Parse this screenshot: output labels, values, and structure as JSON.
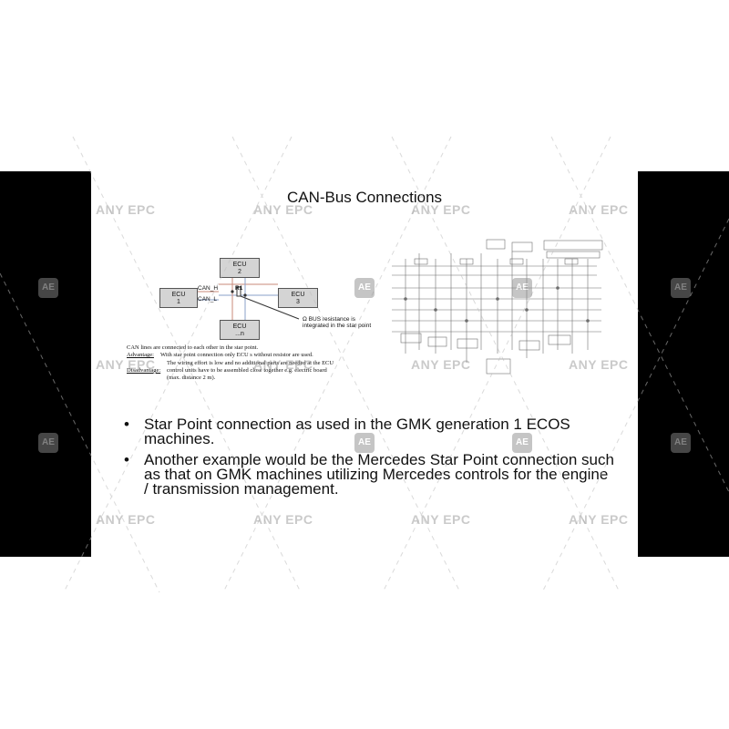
{
  "slide": {
    "title": "CAN-Bus Connections",
    "diagram": {
      "ecus": [
        {
          "name": "ECU",
          "num": "2"
        },
        {
          "name": "ECU",
          "num": "1"
        },
        {
          "name": "ECU",
          "num": "3"
        },
        {
          "name": "ECU",
          "num": "...n"
        }
      ],
      "can_h": "CAN_H",
      "can_l": "CAN_L",
      "resistor": "R1",
      "note_line1": "Ω BUS resistance is",
      "note_line2": "integrated in the star point"
    },
    "notes": {
      "line1": "CAN lines are connected to each other in the star point.",
      "advantage_label": "Advantage:",
      "advantage_text": "With star point connection only ECU s without resistor are used.",
      "advantage_cont": "The wiring effort is low and no additional parts are needed at the ECU",
      "disadvantage_label": "Disadvantage:",
      "disadvantage_text": "control units have to be assembled close together e.g. electric board",
      "disadvantage_cont": "(max. distance 2 m)."
    },
    "bullets": [
      "Star Point connection as used in the GMK generation 1 ECOS machines.",
      "Another example would be the Mercedes Star Point connection such as that on GMK machines utilizing Mercedes controls for the engine / transmission management."
    ]
  },
  "watermark": {
    "text": "ANY EPC",
    "logo": "AE"
  }
}
